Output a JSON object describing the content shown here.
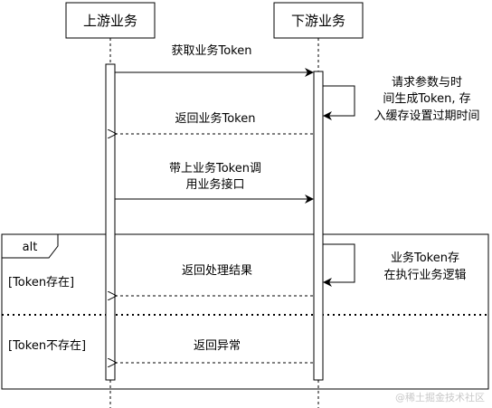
{
  "actors": {
    "upstream": "上游业务",
    "downstream": "下游业务"
  },
  "messages": {
    "m1": "获取业务Token",
    "m2": "返回业务Token",
    "m3_line1": "带上业务Token调",
    "m3_line2": "用业务接口",
    "m4": "返回处理结果",
    "m5": "返回异常"
  },
  "notes": {
    "n1_line1": "请求参数与时",
    "n1_line2": "间生成Token, 存",
    "n1_line3": "入缓存设置过期时间",
    "n2_line1": "业务Token存",
    "n2_line2": "在执行业务逻辑"
  },
  "frame": {
    "label": "alt",
    "guard1": "[Token存在]",
    "guard2": "[Token不存在]"
  },
  "watermark": "@稀土掘金技术社区"
}
